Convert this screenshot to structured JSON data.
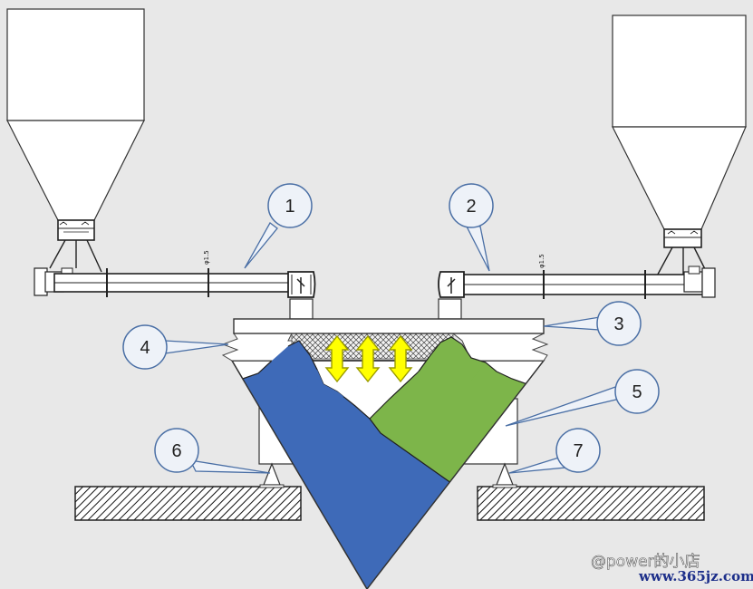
{
  "callouts": [
    {
      "label": "1"
    },
    {
      "label": "2"
    },
    {
      "label": "3"
    },
    {
      "label": "4"
    },
    {
      "label": "5"
    },
    {
      "label": "6"
    },
    {
      "label": "7"
    }
  ],
  "screw_feeder_left": {
    "pipe_marking": "φ1.5"
  },
  "screw_feeder_right": {
    "pipe_marking": "φ1.5"
  },
  "watermark": {
    "handle": "@power的小店",
    "url": "www.365jz.com"
  },
  "colors": {
    "background": "#e8e8e8",
    "blue_material": "#3e6ab8",
    "green_material": "#7db54a",
    "arrow_fill": "#ffff00",
    "arrow_stroke": "#9a9a00",
    "callout_circle": "#4a6fa5"
  }
}
